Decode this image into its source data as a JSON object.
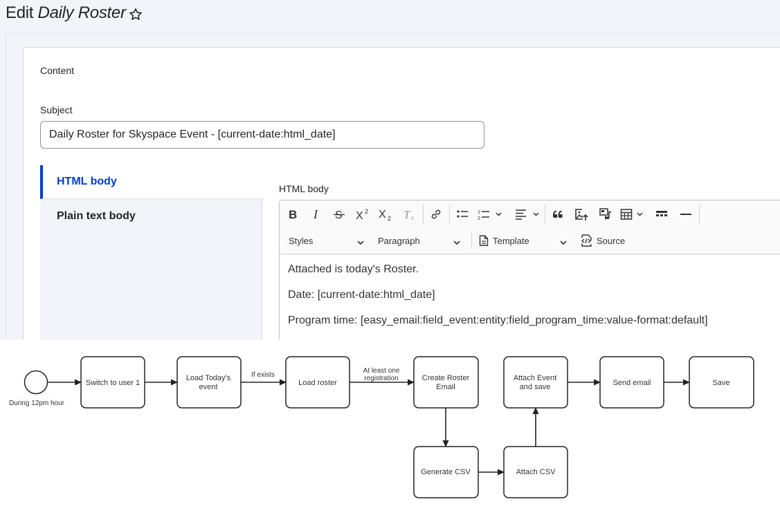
{
  "header": {
    "title_prefix": "Edit",
    "title_entity": "Daily Roster"
  },
  "content": {
    "section_title": "Content",
    "subject_label": "Subject",
    "subject_value": "Daily Roster for Skyspace Event - [current-date:html_date]"
  },
  "tabs": [
    {
      "label": "HTML body",
      "active": true
    },
    {
      "label": "Plain text body",
      "active": false
    }
  ],
  "editor": {
    "label": "HTML body",
    "toolbar_buttons": [
      "bold",
      "italic",
      "strikethrough",
      "superscript",
      "subscript",
      "remove-format",
      "link",
      "bulleted-list",
      "numbered-list",
      "align",
      "block-quote",
      "insert-image",
      "media",
      "table",
      "html-embed",
      "horizontal-line"
    ],
    "styles_label": "Styles",
    "paragraph_label": "Paragraph",
    "template_label": "Template",
    "source_label": "Source",
    "lines": [
      "Attached is today's Roster.",
      "Date: [current-date:html_date]",
      "Program time: [easy_email:field_event:entity:field_program_time:value-format:default]"
    ]
  },
  "diagram": {
    "start_event_label": "During 12pm hour",
    "nodes": {
      "switch_user": "Switch to user 1",
      "load_event": [
        "Load Today's",
        "event"
      ],
      "load_roster": "Load roster",
      "create_email": [
        "Create Roster",
        "Email"
      ],
      "attach_event": [
        "Attach Event",
        "and save"
      ],
      "send_email": "Send email",
      "save": "Save",
      "generate_csv": "Generate CSV",
      "attach_csv": "Attach CSV"
    },
    "edge_labels": {
      "if_exists": "If exists",
      "at_least_one": [
        "At least one",
        "registration"
      ]
    }
  }
}
